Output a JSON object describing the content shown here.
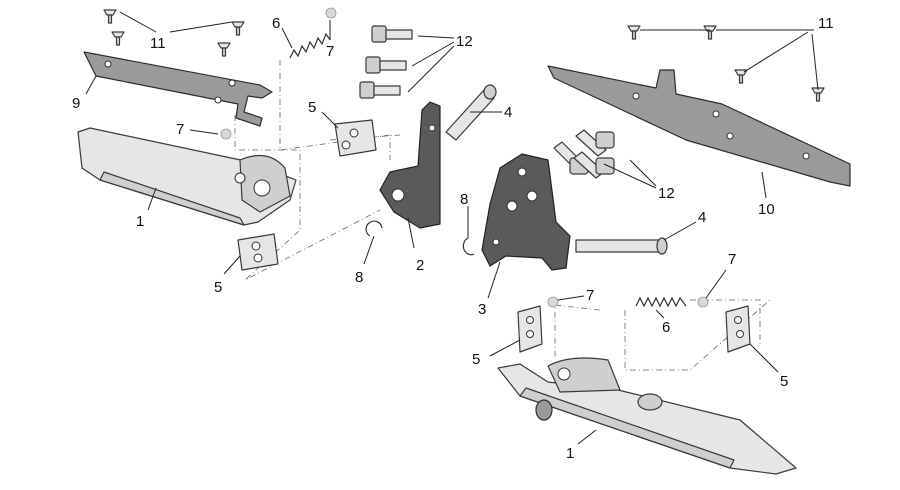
{
  "callouts": [
    {
      "id": "c11a",
      "label": "11"
    },
    {
      "id": "c6a",
      "label": "6"
    },
    {
      "id": "c7a",
      "label": "7"
    },
    {
      "id": "c12a",
      "label": "12"
    },
    {
      "id": "c9",
      "label": "9"
    },
    {
      "id": "c5a",
      "label": "5"
    },
    {
      "id": "c4a",
      "label": "4"
    },
    {
      "id": "c7b",
      "label": "7"
    },
    {
      "id": "c1a",
      "label": "1"
    },
    {
      "id": "c5b",
      "label": "5"
    },
    {
      "id": "c8a",
      "label": "8"
    },
    {
      "id": "c2",
      "label": "2"
    },
    {
      "id": "c8b",
      "label": "8"
    },
    {
      "id": "c3",
      "label": "3"
    },
    {
      "id": "c12b",
      "label": "12"
    },
    {
      "id": "c11b",
      "label": "11"
    },
    {
      "id": "c10",
      "label": "10"
    },
    {
      "id": "c4b",
      "label": "4"
    },
    {
      "id": "c7c",
      "label": "7"
    },
    {
      "id": "c7d",
      "label": "7"
    },
    {
      "id": "c6b",
      "label": "6"
    },
    {
      "id": "c5c",
      "label": "5"
    },
    {
      "id": "c5d",
      "label": "5"
    },
    {
      "id": "c1b",
      "label": "1"
    }
  ]
}
